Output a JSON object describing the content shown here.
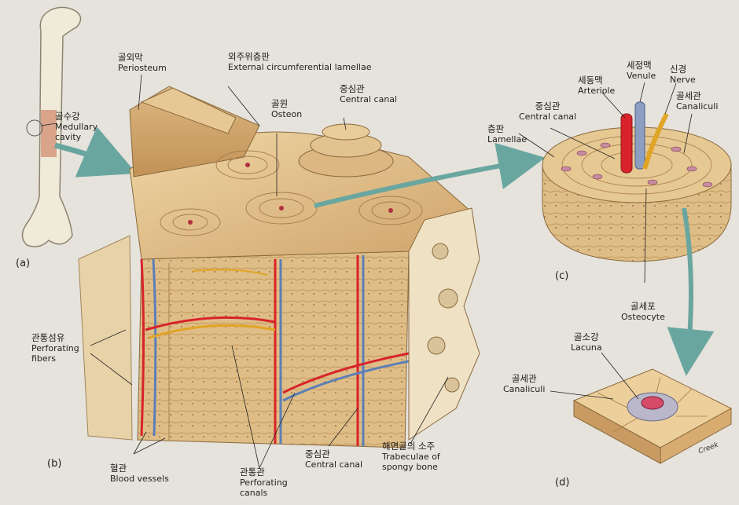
{
  "panels": {
    "a": "(a)",
    "b": "(b)",
    "c": "(c)",
    "d": "(d)"
  },
  "labels": {
    "medullary": {
      "ko": "골수강",
      "en1": "Medullary",
      "en2": "cavity"
    },
    "periosteum": {
      "ko": "골외막",
      "en": "Periosteum"
    },
    "external": {
      "ko": "외주위층판",
      "en": "External circumferential lamellae"
    },
    "osteon": {
      "ko": "골원",
      "en": "Osteon"
    },
    "central_top": {
      "ko": "중심관",
      "en": "Central canal"
    },
    "perforating_fibers": {
      "ko": "관통섬유",
      "en1": "Perforating",
      "en2": "fibers"
    },
    "blood_vessels": {
      "ko": "혈관",
      "en": "Blood vessels"
    },
    "perforating_canals": {
      "ko": "관통관",
      "en1": "Perforating",
      "en2": "canals"
    },
    "central_bottom": {
      "ko": "중심관",
      "en": "Central canal"
    },
    "trabeculae": {
      "ko": "해면골의 소주",
      "en1": "Trabeculae of",
      "en2": "spongy bone"
    },
    "venule": {
      "ko": "세정맥",
      "en": "Venule"
    },
    "nerve": {
      "ko": "신경",
      "en": "Nerve"
    },
    "arteriole": {
      "ko": "세동맥",
      "en": "Arteriole"
    },
    "central_c": {
      "ko": "중심관",
      "en": "Central canal"
    },
    "lamellae": {
      "ko": "층판",
      "en": "Lamellae"
    },
    "canaliculi_c": {
      "ko": "골세관",
      "en": "Canaliculi"
    },
    "osteocyte": {
      "ko": "골세포",
      "en": "Osteocyte"
    },
    "lacuna": {
      "ko": "골소강",
      "en": "Lacuna"
    },
    "canaliculi_d": {
      "ko": "골세관",
      "en": "Canaliculi"
    }
  },
  "signature": "Creek",
  "colors": {
    "bone": "#e2c38f",
    "bone_dark": "#b8915a",
    "artery": "#d8232a",
    "vein": "#5b7fb8",
    "nerve": "#e0a526",
    "arrow": "#6aa6a0",
    "marrow": "#c96a4a"
  }
}
